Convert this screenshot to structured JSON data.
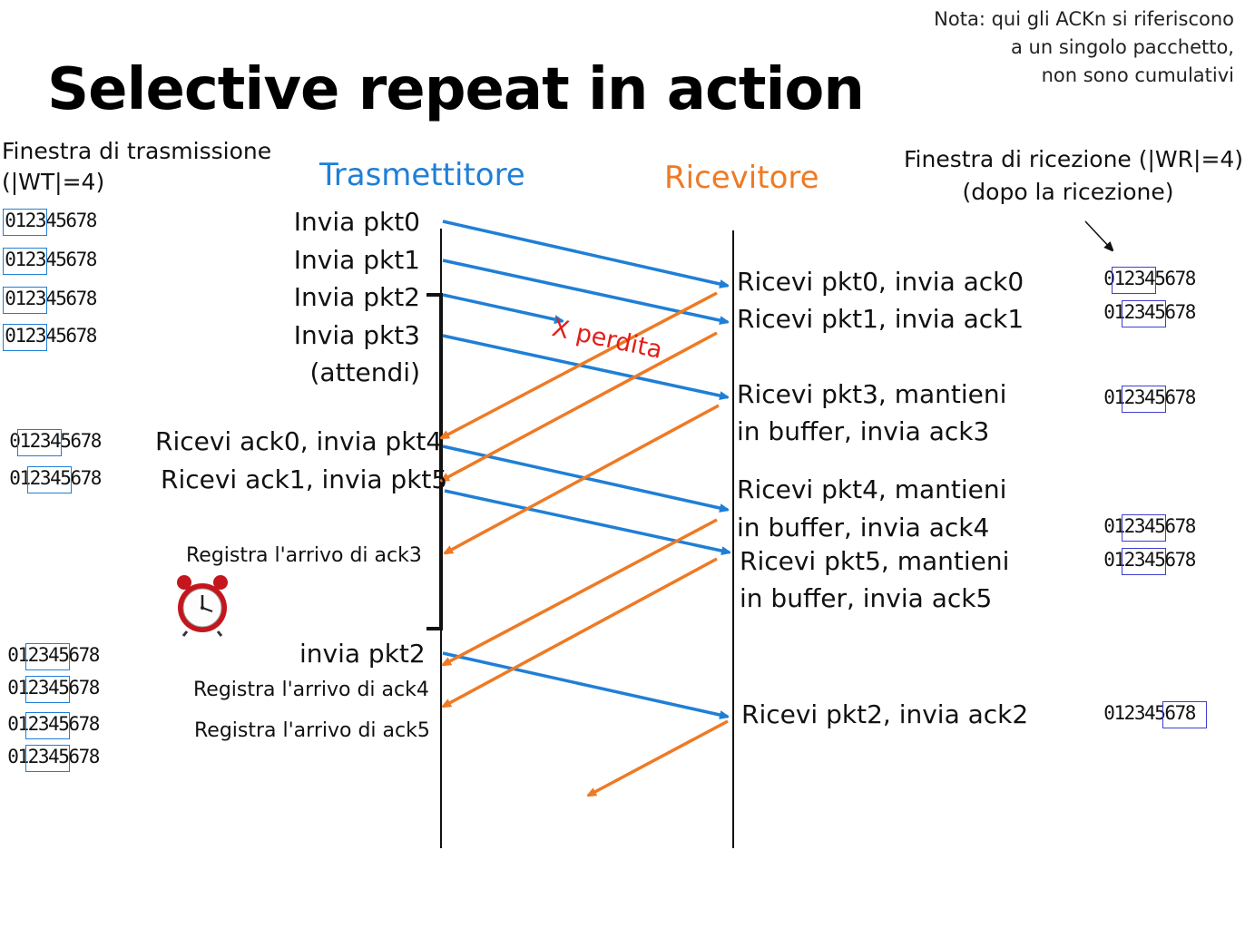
{
  "title": "Selective repeat in action",
  "note": [
    "Nota: qui gli ACKn si riferiscono",
    "a un singolo pacchetto,",
    "non sono cumulativi"
  ],
  "headers": {
    "transmitter": "Trasmettitore",
    "receiver": "Ricevitore"
  },
  "tx_window_label": [
    "Finestra di trasmissione",
    "(|WT|=4)"
  ],
  "rx_window_label": [
    "Finestra di ricezione (|WR|=4)",
    "(dopo la ricezione)"
  ],
  "colors": {
    "send": "#1f7fd6",
    "ack": "#ee7a24",
    "loss": "#e0201c",
    "tx_box": "#1f7fd6",
    "rx_box": "#3f3fd0"
  },
  "sequence_digits": "012345678",
  "tx_events": [
    "Invia pkt0",
    "Invia pkt1",
    "Invia pkt2",
    "Invia pkt3",
    "(attendi)",
    "Ricevi ack0, invia pkt4",
    "Ricevi ack1, invia pkt5",
    "Registra l'arrivo di ack3",
    "invia pkt2",
    "Registra l'arrivo di ack4",
    "Registra l'arrivo di ack5"
  ],
  "rx_events": [
    "Ricevi pkt0, invia ack0",
    "Ricevi pkt1, invia ack1",
    "Ricevi pkt3, mantieni",
    "in buffer, invia ack3",
    "Ricevi pkt4, mantieni",
    "in buffer, invia ack4",
    "Ricevi pkt5, mantieni",
    "in buffer, invia ack5",
    "Ricevi pkt2, invia ack2"
  ],
  "loss_label": "X perdita",
  "tx_windows": [
    {
      "start": 0,
      "size": 4
    },
    {
      "start": 0,
      "size": 4
    },
    {
      "start": 0,
      "size": 4
    },
    {
      "start": 0,
      "size": 4
    },
    {
      "start": 1,
      "size": 4
    },
    {
      "start": 2,
      "size": 4
    },
    {
      "start": 2,
      "size": 4
    },
    {
      "start": 2,
      "size": 4
    },
    {
      "start": 2,
      "size": 4
    },
    {
      "start": 2,
      "size": 4
    }
  ],
  "rx_windows": [
    {
      "start": 1,
      "size": 4
    },
    {
      "start": 2,
      "size": 4
    },
    {
      "start": 2,
      "size": 4
    },
    {
      "start": 2,
      "size": 4
    },
    {
      "start": 2,
      "size": 4
    },
    {
      "start": 6,
      "size": 4
    }
  ]
}
